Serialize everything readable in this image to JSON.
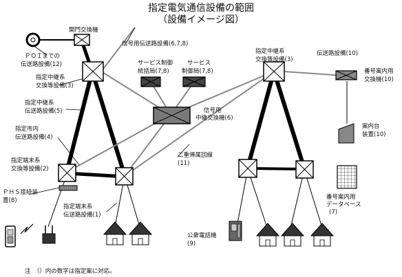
{
  "title": {
    "line1": "指定電気通信設備の範囲",
    "line2": "（設備イメージ図）"
  },
  "labels": {
    "gate_exchange": "関門交換機",
    "poi_line1": "ＰＯＩまでの",
    "poi_line2": "伝送路設備(12)",
    "signal_transmission": "信号用伝送路設備(6,7,8)",
    "service_control_central_line1": "サービス制御",
    "service_control_central_line2": "統括局(7,8)",
    "service_control_line1": "サービス",
    "service_control_line2": "制御局(7,8)",
    "relay_exchange_left_line1": "指定中継系",
    "relay_exchange_left_line2": "交換等設備(3)",
    "relay_transmission_line1": "指定中継系",
    "relay_transmission_line2": "伝送路設備(5)",
    "signal_relay_line1": "信号用",
    "signal_relay_line2": "中継交換機(6)",
    "local_transmission_line1": "指定市内",
    "local_transmission_line2": "伝送路設備(4)",
    "terminal_exchange_line1": "指定端末系",
    "terminal_exchange_line2": "交換等設備(2)",
    "phs_line1": "ＰＨＳ接続装",
    "phs_line2": "置(8)",
    "terminal_transmission_line1": "指定端末系",
    "terminal_transmission_line2": "伝送路設備(1)",
    "dual_homing_line1": "二重帰属回線",
    "dual_homing_line2": "(11)",
    "relay_exchange_right_line1": "指定中継系",
    "relay_exchange_right_line2": "交換等設備(3)",
    "transmission_right": "伝送路設備(10)",
    "directory_exchange_line1": "番号案内用",
    "directory_exchange_line2": "交換機(10)",
    "directory_desk_line1": "案内台",
    "directory_desk_line2": "装置(10)",
    "directory_db_line1": "番号案内用",
    "directory_db_line2": "データベース",
    "directory_db_line3": "(7)",
    "payphone_line1": "公衆電話機",
    "payphone_line2": "(9)",
    "note": "注　（）内の数字は指定案に対応。"
  }
}
